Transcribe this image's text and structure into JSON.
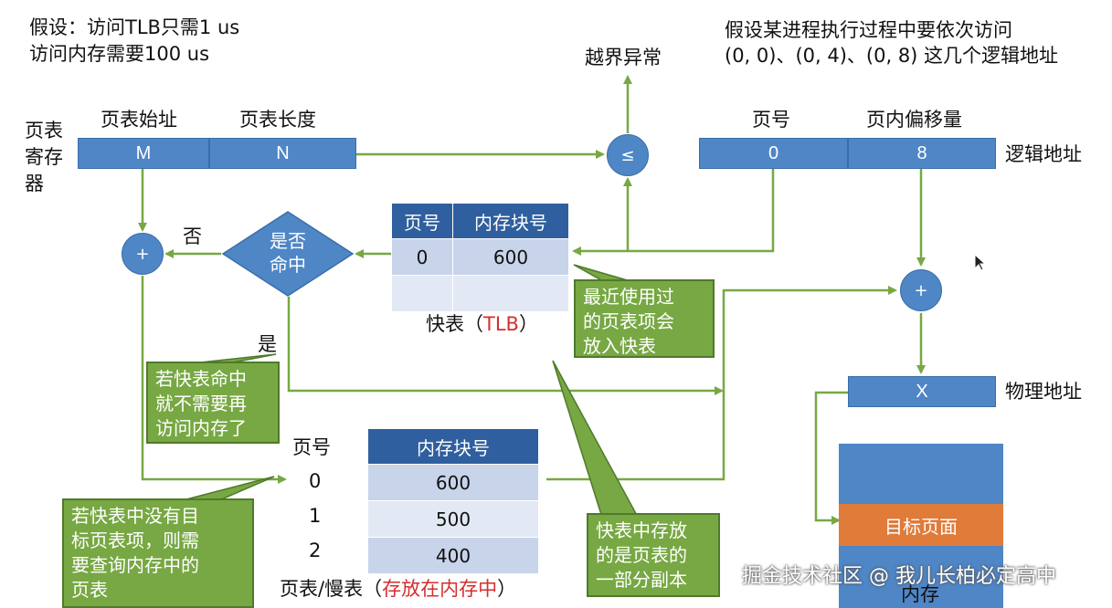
{
  "assumption": {
    "line1": "假设：访问TLB只需1 us",
    "line2": "访问内存需要100 us"
  },
  "scenario": {
    "line1": "假设某进程执行过程中要依次访问",
    "line2": "(0, 0)、(0, 4)、(0, 8) 这几个逻辑地址"
  },
  "page_table_register": {
    "label_lines": [
      "页表",
      "寄存",
      "器"
    ],
    "start_label": "页表始址",
    "length_label": "页表长度",
    "start_value": "M",
    "length_value": "N"
  },
  "compare": {
    "symbol": "≤",
    "exception": "越界异常"
  },
  "logical_address": {
    "page_label": "页号",
    "offset_label": "页内偏移量",
    "page_value": "0",
    "offset_value": "8",
    "name": "逻辑地址"
  },
  "adders": {
    "left": "+",
    "right": "+"
  },
  "hit_decision": {
    "line1": "是否",
    "line2": "命中",
    "no_label": "否",
    "yes_label": "是"
  },
  "tlb": {
    "headers": [
      "页号",
      "内存块号"
    ],
    "rows": [
      [
        "0",
        "600"
      ],
      [
        "",
        ""
      ]
    ],
    "caption_prefix": "快表（",
    "caption_highlight": "TLB",
    "caption_suffix": "）"
  },
  "page_table": {
    "page_header": "页号",
    "block_header": "内存块号",
    "rows": [
      [
        "0",
        "600"
      ],
      [
        "1",
        "500"
      ],
      [
        "2",
        "400"
      ]
    ],
    "caption_prefix": "页表/慢表（",
    "caption_highlight": "存放在内存中",
    "caption_suffix": "）"
  },
  "physical_address": {
    "value": "X",
    "name": "物理地址"
  },
  "memory": {
    "target_page": "目标页面",
    "name": "内存"
  },
  "callouts": {
    "recent": [
      "最近使用过",
      "的页表项会",
      "放入快表"
    ],
    "hit": [
      "若快表命中",
      "就不需要再",
      "访问内存了"
    ],
    "miss": [
      "若快表中没有目",
      "标页表项，则需",
      "要查询内存中的",
      "页表"
    ],
    "copy": [
      "快表中存放",
      "的是页表的",
      "一部分副本"
    ]
  },
  "watermark": "掘金技术社区 @ 我儿长柏必定高中",
  "colors": {
    "blue": "#4f86c6",
    "dark_blue": "#2f5f9e",
    "green": "#77a843",
    "orange": "#e07b3a",
    "red": "#d32f2f"
  }
}
